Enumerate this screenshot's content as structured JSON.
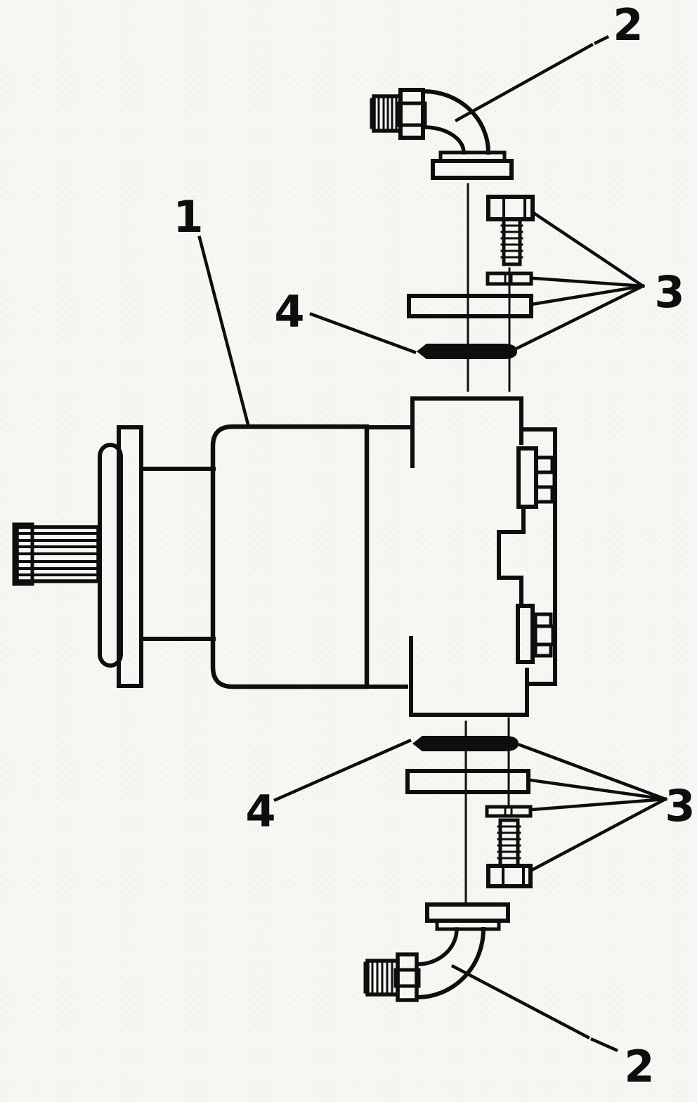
{
  "diagram": {
    "kind": "exploded-parts-line-drawing",
    "paper_color": "#f7f6f2",
    "ink_color": "#0e0e0e",
    "callouts": {
      "pump_assembly": {
        "label": "1"
      },
      "elbow_fitting_top": {
        "label": "2"
      },
      "flange_kit_top": {
        "label": "3"
      },
      "o_ring_top": {
        "label": "4"
      },
      "o_ring_bottom": {
        "label": "4"
      },
      "flange_kit_bottom": {
        "label": "3"
      },
      "elbow_fitting_bottom": {
        "label": "2"
      }
    }
  }
}
